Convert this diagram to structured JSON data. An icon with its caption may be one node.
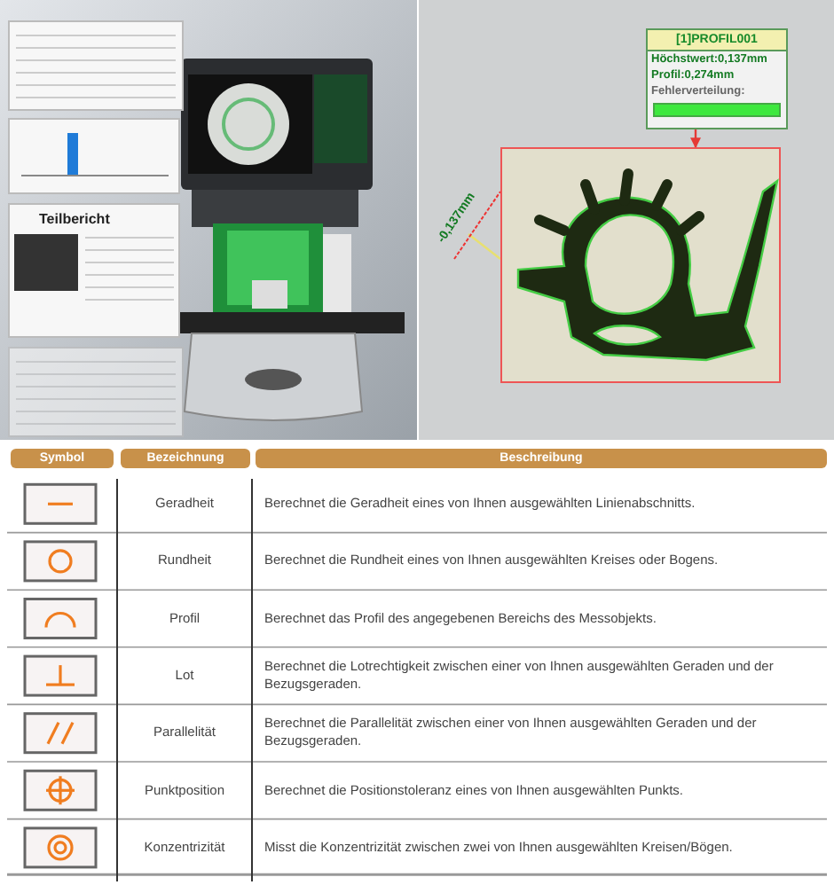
{
  "diagram": {
    "nodes": [
      {
        "text": [
          "[1]PROFIL001",
          "Höchstwert:0,137mm",
          "Profil:0,274mm",
          "Fehlerverteilung:"
        ]
      },
      {
        "text": [
          "-0,137mm"
        ]
      },
      {
        "text": [],
        "shape": "picture"
      }
    ],
    "edges": [
      {
        "from": 0,
        "to": 2,
        "arrow": "to",
        "color": "#e53935"
      },
      {
        "from": 1,
        "to": 2,
        "arrow": "none",
        "color": "#e8e070"
      }
    ],
    "labels": [
      "Teilbericht",
      "Symbol",
      "Bezeichnung",
      "Beschreibung",
      "Geradheit",
      "Berechnet die Geradheit eines von Ihnen ausgewählten Linienabschnitts.",
      "Rundheit",
      "Berechnet die Rundheit eines von Ihnen ausgewählten Kreises oder Bogens.",
      "Profil",
      "Berechnet das Profil des angegebenen Bereichs des Messobjekts.",
      "Lot",
      "Berechnet die Lotrechtigkeit zwischen einer von Ihnen ausgewählten Geraden und der Bezugsgeraden.",
      "Parallelität",
      "Berechnet die Parallelität zwischen einer von Ihnen ausgewählten Geraden und der Bezugsgeraden.",
      "Punktposition",
      "Berechnet die Positionstoleranz eines von Ihnen ausgewählten Punkts.",
      "Konzentrizität",
      "Misst die Konzentrizität zwischen zwei von Ihnen ausgewählten Kreisen/Bögen."
    ]
  }
}
